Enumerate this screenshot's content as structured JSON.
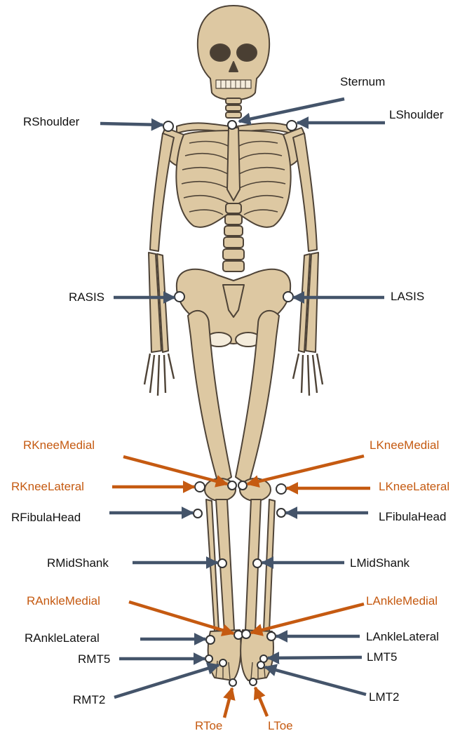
{
  "colors": {
    "background": "#ffffff",
    "bone_fill": "#ddc8a2",
    "bone_stroke": "#4e4337",
    "marker": "#ffffff",
    "arrow_default": "#44546a",
    "arrow_medial_lateral": "#c55a11",
    "label_default": "#111111",
    "label_orange": "#c55a11"
  },
  "labels": {
    "sternum": "Sternum",
    "r_shoulder": "RShoulder",
    "l_shoulder": "LShoulder",
    "r_asis": "RASIS",
    "l_asis": "LASIS",
    "r_knee_medial": "RKneeMedial",
    "l_knee_medial": "LKneeMedial",
    "r_knee_lateral": "RKneeLateral",
    "l_knee_lateral": "LKneeLateral",
    "r_fibula_head": "RFibulaHead",
    "l_fibula_head": "LFibulaHead",
    "r_mid_shank": "RMidShank",
    "l_mid_shank": "LMidShank",
    "r_ankle_medial": "RAnkleMedial",
    "l_ankle_medial": "LAnkleMedial",
    "r_ankle_lateral": "RAnkleLateral",
    "l_ankle_lateral": "LAnkleLateral",
    "r_mt5": "RMT5",
    "l_mt5": "LMT5",
    "r_mt2": "RMT2",
    "l_mt2": "LMT2",
    "r_toe": "RToe",
    "l_toe": "LToe"
  }
}
